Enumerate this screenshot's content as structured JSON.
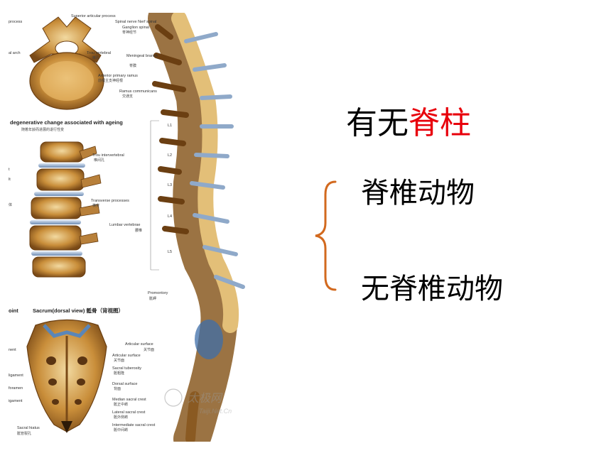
{
  "illustration": {
    "top_labels": {
      "process_left": "process",
      "superior_articular_process": "Superior articular process",
      "spinal_nerve": "Spinal nerve Nerf spinal",
      "ganglion_spinal": "Ganglion spinal",
      "ganglion_cn": "脊神经节",
      "arch_left": "al arch",
      "trou_vertebral": "Trou vertebral",
      "trou_vertebral_cn": "椎孔",
      "meningeal_branch": "Meningeal branch",
      "meningeal_cn": "脊膜",
      "anterior_ramus": "Anterior primary ramus",
      "anterior_ramus_cn": "前根主支神经根",
      "ramus_communicans": "Ramus communicans",
      "ramus_cn": "交通支"
    },
    "section2": {
      "title": "degenerative change associated with ageing",
      "title_cn": "随着年龄而进展的退行性变",
      "trou_intervertebral": "Trou intervertebral",
      "trou_intervertebral_cn": "椎间孔",
      "transverse_processes": "Transverse processes",
      "transverse_cn": "横突",
      "lumbar_vertebrae": "Lumbar vertebrae",
      "lumbar_cn": "腰椎",
      "left_mark_1": "t",
      "left_mark_2": "lt",
      "left_mark_3": "体",
      "levels": [
        "L1",
        "L2",
        "L3",
        "L4",
        "L5"
      ]
    },
    "section3": {
      "left_word": "oint",
      "title": "Sacrum(dorsal view) 骶骨（背视图）",
      "promontory": "Promontory",
      "promontory_cn": "骶岬",
      "articular_surface": "Articular surface",
      "articular_surface_cn": "关节面",
      "articular_surface2": "Articular surface",
      "articular_surface2_cn": "关节面",
      "sacral_tuberosity": "Sacral tuberosity",
      "sacral_tuberosity_cn": "骶粗隆",
      "dorsal_surface": "Dorsal surface",
      "dorsal_surface_cn": "背面",
      "median_crest": "Median sacral crest",
      "median_crest_cn": "骶正中嵴",
      "lateral_crest": "Lateral sacral crest",
      "lateral_crest_cn": "骶外侧嵴",
      "intermediate_crest": "Intermediate sacral crest",
      "intermediate_crest_cn": "骶中间嵴",
      "sacral_hiatus": "Sacral hiatus",
      "sacral_hiatus_cn": "骶管裂孔",
      "left_1": "nent",
      "left_2": "ligament",
      "left_3": "foramen",
      "left_4": "igament"
    },
    "watermark_cn": "太极网",
    "watermark_url": "Taiji.Net.Cn"
  },
  "content": {
    "title_prefix": "有无",
    "title_highlight": "脊柱",
    "item_vertebrate": "脊椎动物",
    "item_invertebrate": "无脊椎动物"
  },
  "colors": {
    "highlight": "#e8000b",
    "brace": "#d2691e",
    "bone": "#c9913c",
    "disc": "#8fa9c9"
  }
}
